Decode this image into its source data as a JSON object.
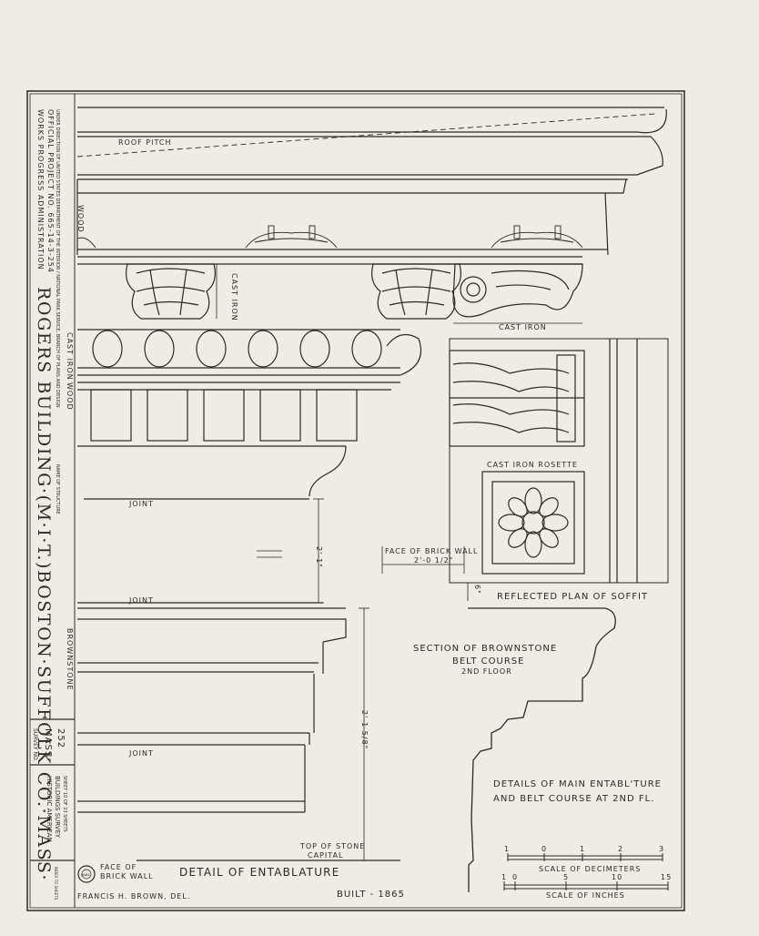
{
  "title_block": {
    "wpa_line1": "WORKS PROGRESS ADMINISTRATION",
    "wpa_line2": "OFFICIAL PROJECT NO. 665-14-3-254",
    "survey_lines": "UNDER DIRECTION OF UNITED STATES DEPARTMENT OF THE INTERIOR / NATIONAL PARK SERVICE, BRANCH OF PLANS AND DESIGN",
    "name_of_structure_label": "NAME OF STRUCTURE",
    "structure_name": "ROGERS BUILDING·(M·I·T.)BOSTON·SUFFOLK CO.·MASS·",
    "survey_no_label": "SURVEY NO.",
    "survey_no": "MASS·",
    "survey_no_num": "252",
    "habs_line1": "HISTORIC AMERICAN",
    "habs_line2": "BUILDINGS SURVEY",
    "sheet_info": "SHEET 10 OF 23 SHEETS",
    "seal_text": "HABS",
    "index_text": "INDEX TO SHEETS"
  },
  "labels": {
    "roof_pitch": "ROOF PITCH",
    "wood": "WOOD",
    "cast_iron_1": "CAST IRON",
    "cast_iron_2": "CAST IRON",
    "cast_iron_3": "CAST IRON",
    "wood_2": "WOOD",
    "joint_1": "JOINT",
    "joint_2": "JOINT",
    "joint_3": "JOINT",
    "brownstone": "BROWNSTONE",
    "dim_2_1": "2'-1\"",
    "dim_2_1_5_8": "2'-1 5/8\"",
    "dim_2_0": "2'-0 1/2\"",
    "dim_6": "6\"",
    "face_of_brick_wall": "FACE OF BRICK WALL",
    "cast_iron_rosette": "CAST IRON ROSETTE",
    "reflected_plan": "REFLECTED PLAN OF SOFFIT",
    "section_title_1": "SECTION OF BROWNSTONE",
    "section_title_2": "BELT COURSE",
    "section_title_3": "2ND FLOOR",
    "details_title_1": "DETAILS OF MAIN ENTABL'TURE",
    "details_title_2": "AND BELT COURSE AT 2ND FL.",
    "top_of_stone_1": "TOP OF STONE",
    "top_of_stone_2": "CAPITAL",
    "face_of_1": "FACE OF",
    "face_of_2": "BRICK WALL",
    "detail_of_entablature": "DETAIL OF ENTABLATURE",
    "delineator": "FRANCIS H. BROWN, DEL.",
    "built": "BUILT - 1865"
  },
  "scales": {
    "decimeters_label": "SCALE OF DECIMETERS",
    "decimeters_ticks": [
      "1",
      "0",
      "1",
      "2",
      "3"
    ],
    "inches_label": "SCALE OF INCHES",
    "inches_ticks": [
      "1",
      "0",
      "5",
      "10",
      "15"
    ]
  }
}
